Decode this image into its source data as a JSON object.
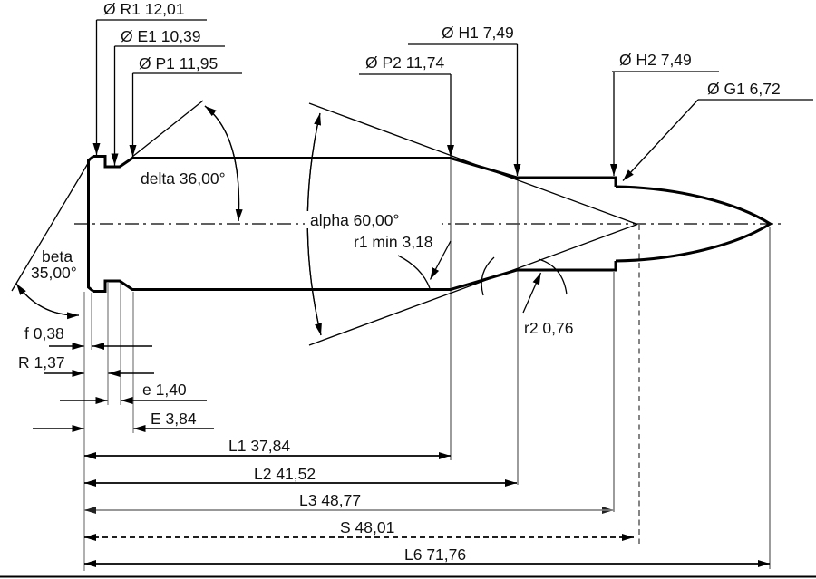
{
  "drawing": {
    "kind": "cartridge dimensional diagram",
    "colors": {
      "line": "#000000",
      "background": "#ffffff",
      "extension_line": "#6f6f6f"
    },
    "diameter_callouts": {
      "R1": "Ø R1  12,01",
      "E1": "Ø E1  10,39",
      "P1": "Ø P1  11,95",
      "P2": "Ø P2  11,74",
      "H1": "Ø H1  7,49",
      "H2": "Ø H2  7,49",
      "G1": "Ø G1 6,72"
    },
    "angles": {
      "delta": "delta  36,00°",
      "alpha": "alpha  60,00°",
      "beta_name": "beta",
      "beta_value": "35,00°"
    },
    "radii": {
      "r1min": "r1 min  3,18",
      "r2": "r2  0,76"
    },
    "head_dimensions": {
      "f": "f  0,38",
      "R": "R  1,37",
      "e": "e  1,40",
      "E": "E  3,84"
    },
    "length_dimensions": {
      "L1": "L1  37,84",
      "L2": "L2  41,52",
      "L3": "L3  48,77",
      "S": "S  48,01",
      "L6": "L6  71,76"
    }
  }
}
